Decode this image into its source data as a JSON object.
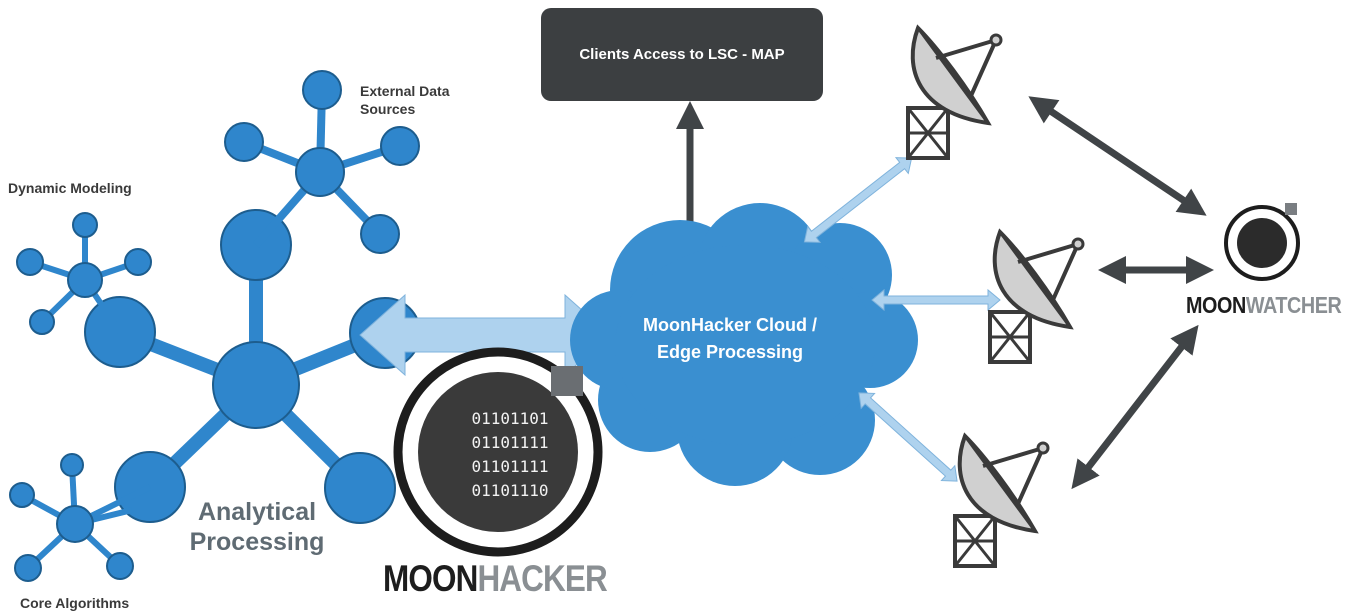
{
  "nodes": {
    "external_data_sources": "External Data\nSources",
    "dynamic_modeling": "Dynamic Modeling",
    "core_algorithms": "Core Algorithms",
    "analytical_processing": "Analytical\nProcessing"
  },
  "clients_box": "Clients Access to LSC - MAP",
  "cloud": "MoonHacker Cloud /\nEdge Processing",
  "moonhacker": {
    "binary": [
      "01101101",
      "01101111",
      "01101111",
      "01101110"
    ],
    "brand_bold": "MOON",
    "brand_light": "HACKER"
  },
  "moonwatcher": {
    "brand_bold": "MOON",
    "brand_light": "WATCHER"
  },
  "colors": {
    "node_blue": "#2f86cc",
    "node_stroke": "#1d5d8e",
    "cloud_blue": "#3a8fd0",
    "light_arrow": "#aed2ee",
    "dark_arrow": "#404447",
    "dish_gray": "#d0d0d0",
    "dish_dark": "#3a3a3a"
  }
}
